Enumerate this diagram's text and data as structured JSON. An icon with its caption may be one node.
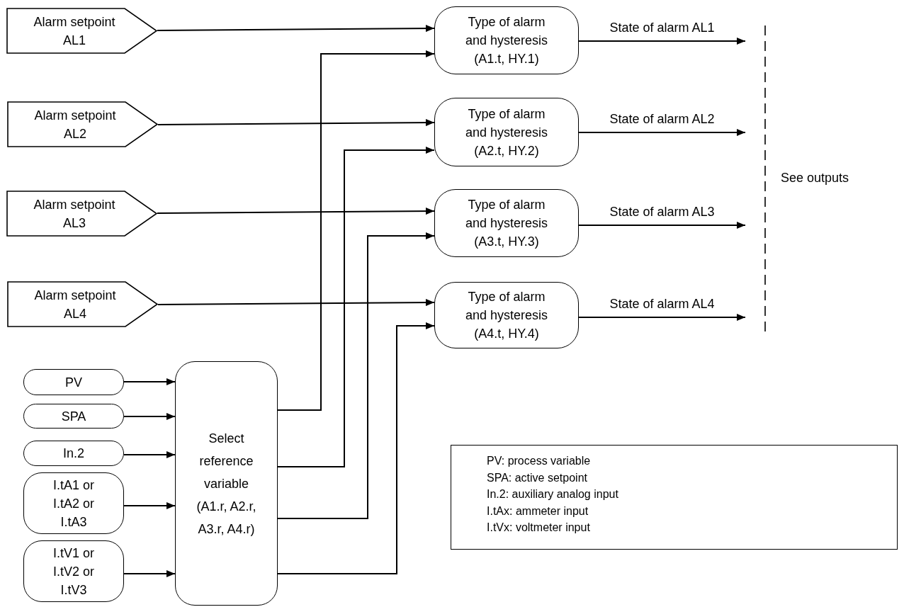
{
  "diagram": {
    "nodes": [
      {
        "text": [
          "Alarm setpoint AL1"
        ]
      },
      {
        "text": [
          "Alarm setpoint AL2"
        ]
      },
      {
        "text": [
          "Alarm setpoint AL3"
        ]
      },
      {
        "text": [
          "Alarm setpoint AL4"
        ]
      },
      {
        "text": [
          "Type of alarm and hysteresis (A1.t, HY.1)"
        ]
      },
      {
        "text": [
          "Type of alarm and hysteresis (A2.t, HY.2)"
        ]
      },
      {
        "text": [
          "Type of alarm and hysteresis (A3.t, HY.3)"
        ]
      },
      {
        "text": [
          "Type of alarm and hysteresis (A4.t, HY.4)"
        ]
      },
      {
        "text": [
          "PV"
        ]
      },
      {
        "text": [
          "SPA"
        ]
      },
      {
        "text": [
          "In.2"
        ]
      },
      {
        "text": [
          "I.tA1 or I.tA2 or I.tA3"
        ]
      },
      {
        "text": [
          "I.tV1 or I.tV2 or I.tV3"
        ]
      },
      {
        "text": [
          "Select reference variable (A1.r, A2.r, A3.r, A4.r)"
        ]
      }
    ],
    "edges": [
      {
        "from": 0,
        "to": 4,
        "arrow": "to"
      },
      {
        "from": 1,
        "to": 5,
        "arrow": "to"
      },
      {
        "from": 2,
        "to": 6,
        "arrow": "to"
      },
      {
        "from": 3,
        "to": 7,
        "arrow": "to"
      },
      {
        "from": 8,
        "to": 13,
        "arrow": "to"
      },
      {
        "from": 9,
        "to": 13,
        "arrow": "to"
      },
      {
        "from": 10,
        "to": 13,
        "arrow": "to"
      },
      {
        "from": 11,
        "to": 13,
        "arrow": "to"
      },
      {
        "from": 12,
        "to": 13,
        "arrow": "to"
      },
      {
        "from": 13,
        "to": 4,
        "arrow": "to"
      },
      {
        "from": 13,
        "to": 5,
        "arrow": "to"
      },
      {
        "from": 13,
        "to": 6,
        "arrow": "to"
      },
      {
        "from": 13,
        "to": 7,
        "arrow": "to"
      },
      {
        "from": 4,
        "to": null,
        "arrow": "to",
        "label": "State of alarm AL1"
      },
      {
        "from": 5,
        "to": null,
        "arrow": "to",
        "label": "State of alarm AL2"
      },
      {
        "from": 6,
        "to": null,
        "arrow": "to",
        "label": "State of alarm AL3"
      },
      {
        "from": 7,
        "to": null,
        "arrow": "to",
        "label": "State of alarm AL4"
      }
    ],
    "labels": [
      "See outputs",
      "PV: process variable",
      "SPA: active setpoint",
      "In.2: auxiliary analog input",
      "I.tAx: ammeter input",
      "I.tVx: voltmeter input"
    ]
  }
}
